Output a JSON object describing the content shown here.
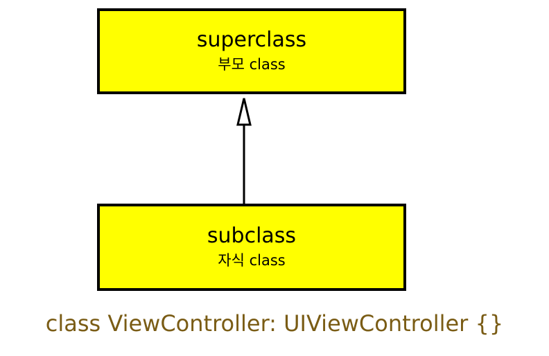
{
  "superclass": {
    "name": "superclass",
    "subtitle": "부모 class"
  },
  "subclass": {
    "name": "subclass",
    "subtitle": "자식 class"
  },
  "code": {
    "text": "class ViewController: UIViewController {}"
  },
  "colors": {
    "box_fill": "#ffff00",
    "box_border": "#000000",
    "code_text": "#7a5c15"
  }
}
